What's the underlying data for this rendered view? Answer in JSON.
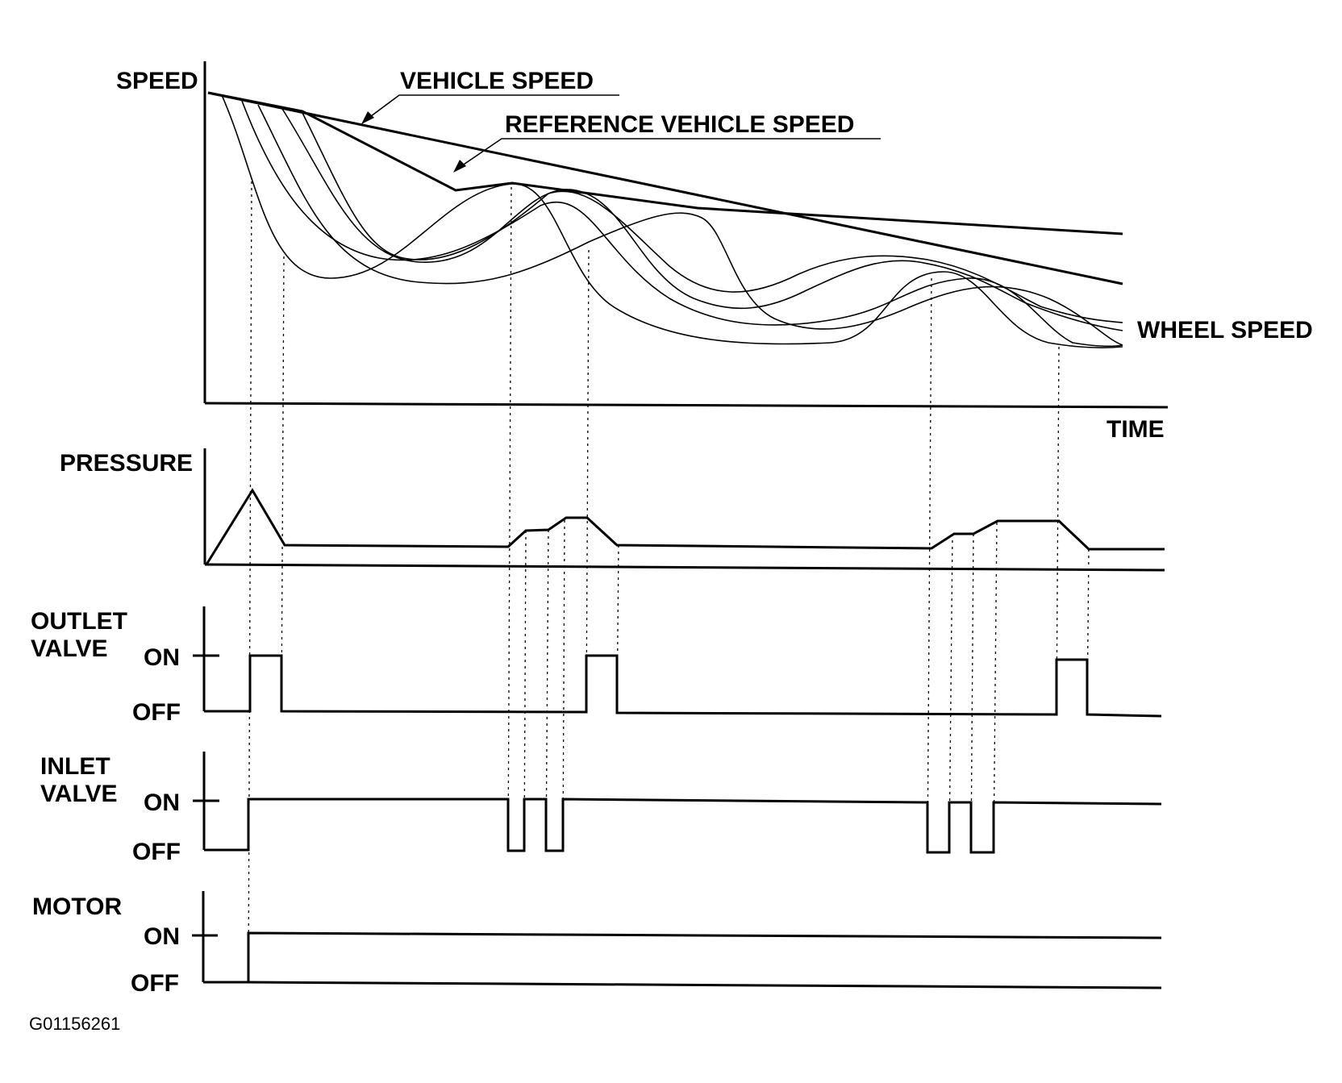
{
  "labels": {
    "speed_axis": "SPEED",
    "time_axis": "TIME",
    "vehicle_speed": "VEHICLE SPEED",
    "reference_vehicle_speed": "REFERENCE VEHICLE SPEED",
    "wheel_speed": "WHEEL SPEED",
    "pressure": "PRESSURE",
    "outlet_valve_line1": "OUTLET",
    "outlet_valve_line2": "VALVE",
    "inlet_valve_line1": "INLET",
    "inlet_valve_line2": "VALVE",
    "motor": "MOTOR",
    "on": "ON",
    "off": "OFF"
  },
  "figure_id": "G01156261",
  "colors": {
    "ink": "#000000",
    "background": "#ffffff"
  }
}
